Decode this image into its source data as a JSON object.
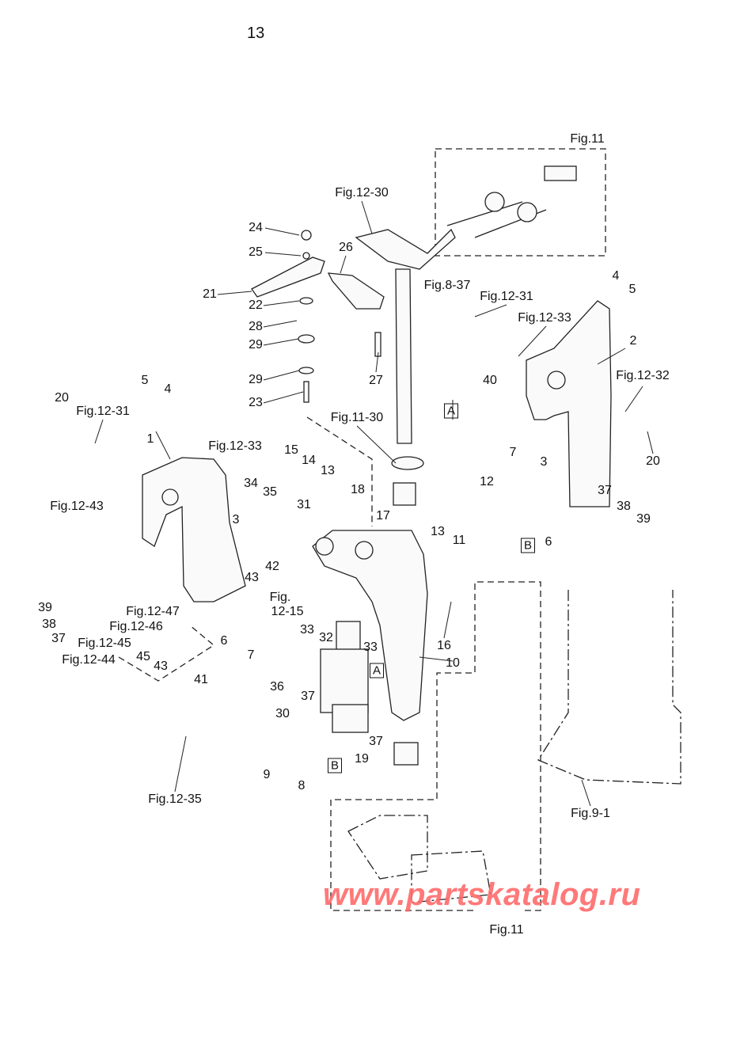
{
  "page_number": "13",
  "watermark": "www.partskatalog.ru",
  "labels": [
    "Fig.11",
    "Fig.12-30",
    "24",
    "25",
    "26",
    "21",
    "22",
    "28",
    "29",
    "29",
    "23",
    "27",
    "Fig.8-37",
    "Fig.12-31",
    "Fig.12-33",
    "4",
    "5",
    "2",
    "Fig.12-32",
    "40",
    "A",
    "20",
    "Fig.12-31",
    "5",
    "4",
    "1",
    "Fig.12-33",
    "15",
    "14",
    "13",
    "35",
    "34",
    "31",
    "Fig.11-30",
    "18",
    "17",
    "3",
    "Fig.12-43",
    "42",
    "43",
    "Fig.",
    "12-15",
    "39",
    "38",
    "37",
    "Fig.12-47",
    "Fig.12-46",
    "Fig.12-45",
    "Fig.12-44",
    "45",
    "43",
    "41",
    "6",
    "7",
    "33",
    "32",
    "33",
    "16",
    "10",
    "36",
    "37",
    "A",
    "30",
    "37",
    "19",
    "9",
    "8",
    "B",
    "Fig.12-35",
    "7",
    "3",
    "12",
    "13",
    "11",
    "B",
    "6",
    "37",
    "38",
    "39",
    "20",
    "Fig.9-1",
    "Fig.11"
  ]
}
